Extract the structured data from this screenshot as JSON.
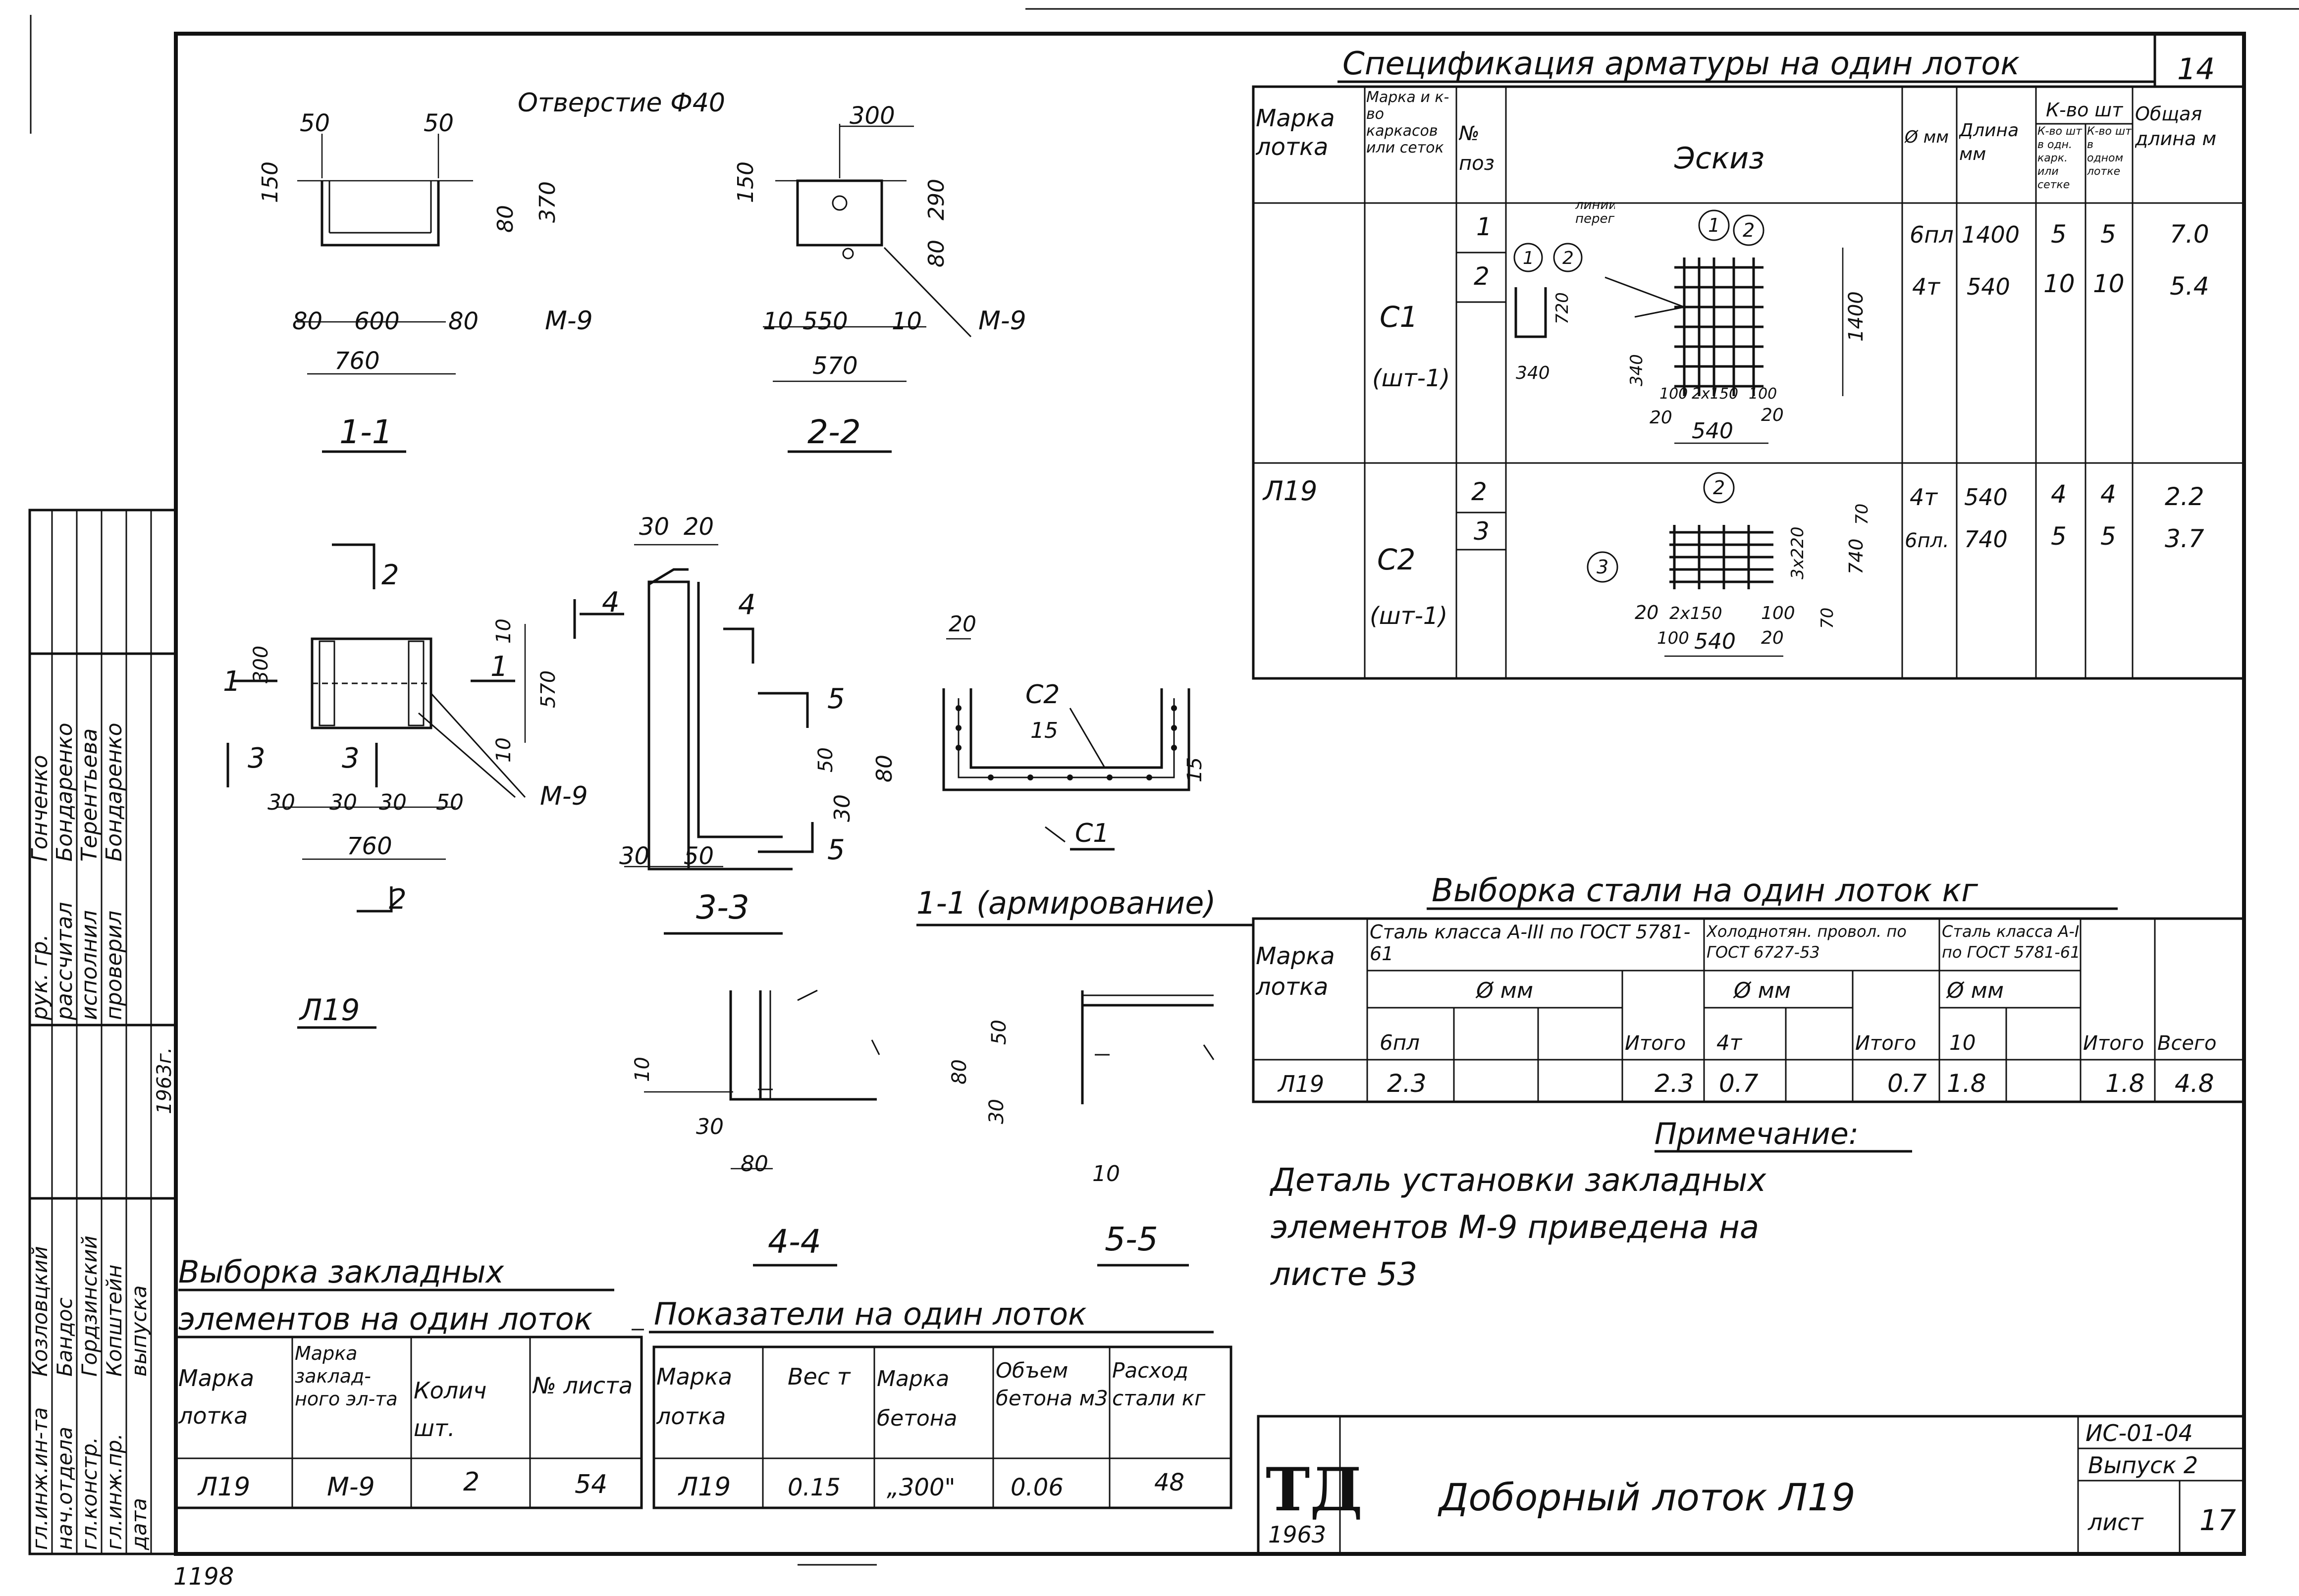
{
  "doc_number": "1198",
  "stamp": {
    "logo": "ТД",
    "year": "1963",
    "title": "Доборный лоток Л19",
    "series": "ИС-01-04",
    "issue": "Выпуск 2",
    "sheet_label": "лист",
    "sheet_no": "17"
  },
  "sheet_index": "14",
  "left_block": {
    "roles_top": [
      "рук. гр.",
      "рассчитал",
      "исполнил",
      "проверил"
    ],
    "names_top": [
      "Гонченко",
      "Бондаренко",
      "Терентьева",
      "Бондаренко"
    ],
    "roles_bottom": [
      "гл.инж.ин-та",
      "нач.отдела",
      "гл.констр.",
      "гл.инж.пр.",
      "дата"
    ],
    "names_bottom": [
      "Козловцкий",
      "Бандос",
      "Гордзинский",
      "Копштейн",
      "выпуска"
    ],
    "year": "1963г."
  },
  "views": {
    "section_1_1": "1-1",
    "section_2_2": "2-2",
    "section_3_3": "3-3",
    "section_4_4": "4-4",
    "section_5_5": "5-5",
    "reinforcement": "1-1 (армирование)",
    "plan_label": "Л19",
    "hole_label": "Отверстие Ф40",
    "embed": "М-9",
    "cage_c1": "С1",
    "cage_c2": "С2"
  },
  "dims_1_1": [
    "50",
    "50",
    "150",
    "80",
    "370",
    "80",
    "600",
    "80",
    "760"
  ],
  "dims_2_2": [
    "300",
    "150",
    "290",
    "80",
    "10",
    "550",
    "10",
    "570"
  ],
  "dims_plan": [
    "300",
    "10",
    "570",
    "10",
    "30",
    "30",
    "30",
    "50",
    "760"
  ],
  "dims_3_3": [
    "30",
    "20",
    "30",
    "50"
  ],
  "dims_reinf": [
    "20",
    "15",
    "50",
    "80",
    "30",
    "15"
  ],
  "dims_4_4": [
    "10",
    "30",
    "80"
  ],
  "dims_5_5": [
    "80",
    "50",
    "30",
    "10"
  ],
  "spec": {
    "title": "Спецификация арматуры на один лоток",
    "headers": [
      "Марка лотка",
      "Марка и к-во каркасов или сеток",
      "№ поз",
      "Эскиз",
      "Ø мм",
      "Длина мм",
      "К-во шт в одн. карк. или сетке",
      "К-во шт в одном лотке",
      "Общая длина м"
    ],
    "qty_header": "К-во шт",
    "lotok": "Л19",
    "rows": [
      {
        "cage": "С1",
        "count": "(шт-1)",
        "pos": "1",
        "dia": "6пл",
        "len": "1400",
        "n1": "5",
        "n2": "5",
        "total": "7.0"
      },
      {
        "cage": "",
        "count": "",
        "pos": "2",
        "dia": "4т",
        "len": "540",
        "n1": "10",
        "n2": "10",
        "total": "5.4"
      },
      {
        "cage": "С2",
        "count": "(шт-1)",
        "pos": "2",
        "dia": "4т",
        "len": "540",
        "n1": "4",
        "n2": "4",
        "total": "2.2"
      },
      {
        "cage": "",
        "count": "",
        "pos": "3",
        "dia": "6пл.",
        "len": "740",
        "n1": "5",
        "n2": "5",
        "total": "3.7"
      }
    ],
    "sketch_c1": [
      "340",
      "720",
      "1400",
      "100",
      "2x150",
      "100",
      "20",
      "540",
      "20",
      "линии перегиба"
    ],
    "sketch_c2": [
      "20",
      "2x150",
      "100",
      "100",
      "540",
      "20",
      "3x220",
      "740",
      "70",
      "70"
    ]
  },
  "steel": {
    "title": "Выборка стали на один лоток кг",
    "group1": "Сталь класса А-III по ГОСТ 5781-61",
    "group2": "Холоднотян. провол. по ГОСТ 6727-53",
    "group3": "Сталь класса А-I по ГОСТ 5781-61",
    "mark_header": "Марка лотка",
    "dia_header": "Ø мм",
    "itogo": "Итого",
    "vsego": "Всего",
    "subs": [
      "6пл",
      "4т",
      "10"
    ],
    "row": [
      "Л19",
      "2.3",
      "2.3",
      "0.7",
      "0.7",
      "1.8",
      "1.8",
      "4.8"
    ]
  },
  "note": {
    "title": "Примечание:",
    "lines": [
      "Деталь установки закладных",
      "элементов М-9 приведена на",
      "листе 53"
    ]
  },
  "embeds": {
    "title1": "Выборка закладных",
    "title2": "элементов на один лоток",
    "headers": [
      "Марка лотка",
      "Марка заклад-ного эл-та",
      "Колич шт.",
      "№ листа"
    ],
    "row": [
      "Л19",
      "М-9",
      "2",
      "54"
    ]
  },
  "indicators": {
    "title": "Показатели на один лоток",
    "headers": [
      "Марка лотка",
      "Вес т",
      "Марка бетона",
      "Объем бетона м3",
      "Расход стали кг"
    ],
    "row": [
      "Л19",
      "0.15",
      "„300\"",
      "0.06",
      "48"
    ]
  }
}
